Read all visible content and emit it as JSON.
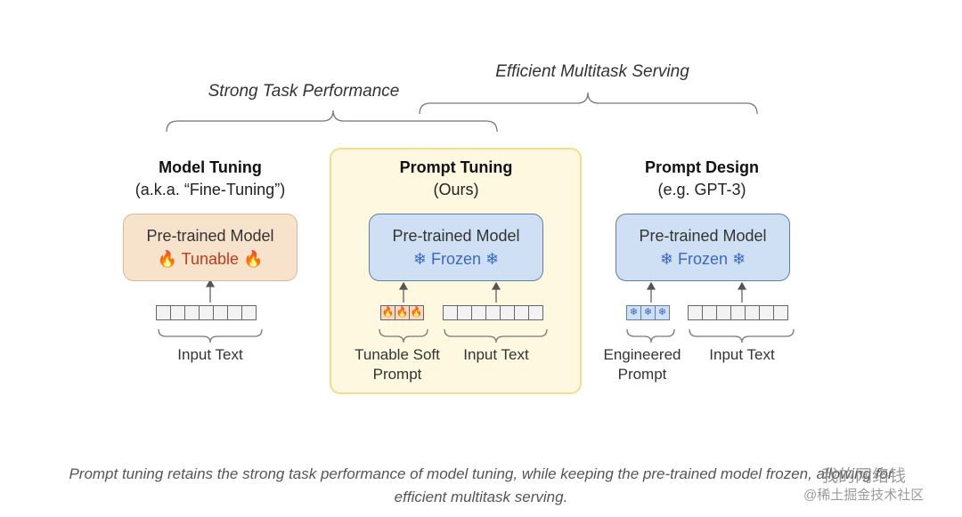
{
  "braces": {
    "strong": "Strong Task Performance",
    "efficient": "Efficient Multitask Serving"
  },
  "columns": {
    "model_tuning": {
      "title": "Model Tuning",
      "subtitle": "(a.k.a. “Fine-Tuning”)",
      "model": "Pre-trained Model",
      "state": "Tunable",
      "state_icon": "fire-icon",
      "input_label": "Input Text"
    },
    "prompt_tuning": {
      "title": "Prompt Tuning",
      "subtitle": "(Ours)",
      "model": "Pre-trained Model",
      "state": "Frozen",
      "state_icon": "snowflake-icon",
      "prompt_label_1": "Tunable Soft",
      "prompt_label_2": "Prompt",
      "input_label": "Input Text"
    },
    "prompt_design": {
      "title": "Prompt Design",
      "subtitle": "(e.g. GPT-3)",
      "model": "Pre-trained Model",
      "state": "Frozen",
      "state_icon": "snowflake-icon",
      "prompt_label_1": "Engineered",
      "prompt_label_2": "Prompt",
      "input_label": "Input Text"
    }
  },
  "caption": {
    "line1": "Prompt tuning retains the strong task performance of model tuning, while keeping the pre-trained model frozen, allowing for",
    "line2": "efficient multitask serving."
  },
  "watermark": {
    "line1": "我的网络钱",
    "line2": "@稀土掘金技术社区"
  },
  "colors": {
    "highlight_fill": "#fdf8df",
    "highlight_border": "#f1dd8f",
    "tunable_fill": "#f7e2cb",
    "frozen_fill": "#cfe0f4",
    "tunable_text": "#c33a1a",
    "frozen_text": "#3a68c8"
  }
}
